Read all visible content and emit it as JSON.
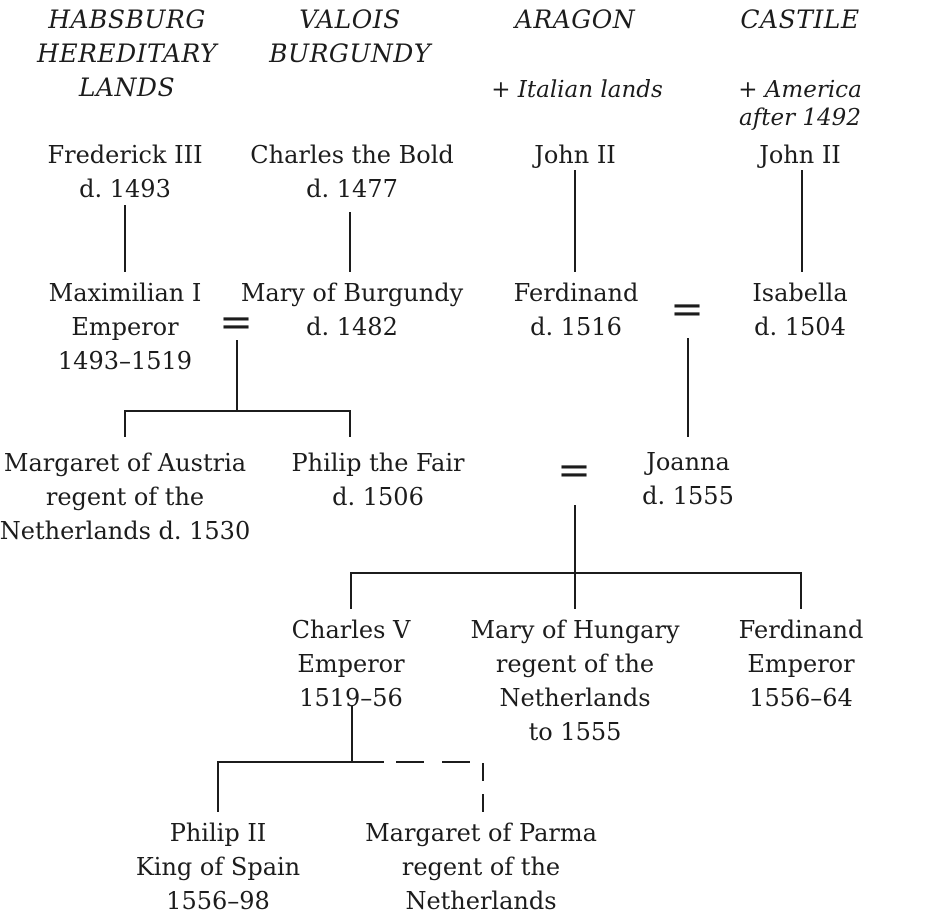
{
  "diagram": {
    "equals_symbol": "=",
    "theme": {
      "ink": "#1c1c1c",
      "background": "#ffffff"
    }
  },
  "headers": {
    "habsburg": {
      "title": "HABSBURG\nHEREDITARY\nLANDS"
    },
    "valois": {
      "title": "VALOIS\nBURGUNDY"
    },
    "aragon": {
      "title": "ARAGON",
      "subtitle": "+ Italian lands"
    },
    "castile": {
      "title": "CASTILE",
      "subtitle": "+ America after 1492"
    }
  },
  "persons": {
    "frederick_iii": {
      "text": "Frederick III\nd. 1493"
    },
    "charles_the_bold": {
      "text": "Charles the Bold\nd. 1477"
    },
    "john_ii_aragon": {
      "text": "John II"
    },
    "john_ii_castile": {
      "text": "John II"
    },
    "maximilian_i": {
      "text": "Maximilian I\nEmperor\n1493–1519"
    },
    "mary_of_burgundy": {
      "text": "Mary of Burgundy\nd. 1482"
    },
    "ferdinand_aragon": {
      "text": "Ferdinand\nd. 1516"
    },
    "isabella": {
      "text": "Isabella\nd. 1504"
    },
    "margaret_austria": {
      "text": "Margaret of Austria\nregent of the\nNetherlands d. 1530"
    },
    "philip_the_fair": {
      "text": "Philip the Fair\nd. 1506"
    },
    "joanna": {
      "text": "Joanna\nd. 1555"
    },
    "charles_v": {
      "text": "Charles V\nEmperor\n1519–56"
    },
    "mary_of_hungary": {
      "text": "Mary of Hungary\nregent of the\nNetherlands\nto 1555"
    },
    "ferdinand_emperor": {
      "text": "Ferdinand\nEmperor\n1556–64"
    },
    "philip_ii": {
      "text": "Philip II\nKing of Spain\n1556–98"
    },
    "margaret_parma": {
      "text": "Margaret of Parma\nregent of the\nNetherlands"
    }
  }
}
